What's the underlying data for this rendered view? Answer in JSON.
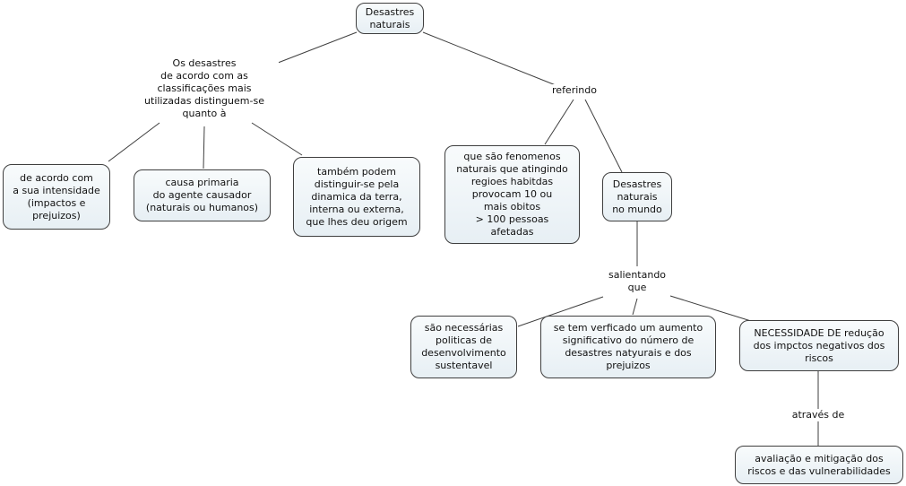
{
  "diagram": {
    "type": "concept-map",
    "language": "pt",
    "colors": {
      "background": "#ffffff",
      "node_fill_top": "#f8fbfc",
      "node_fill_bottom": "#e7eff4",
      "node_border": "#3f3f3f",
      "line": "#3f3f3f",
      "text": "#111111"
    },
    "nodes": {
      "desastres_naturais": "Desastres\nnaturais",
      "intensidade": "de acordo com\na sua intensidade\n(impactos e\nprejuizos)",
      "causa_primaria": "causa primaria\ndo agente causador\n(naturais ou humanos)",
      "dinamica": "também podem\ndistinguir-se pela\ndinamica da terra,\ninterna ou externa,\nque lhes deu origem",
      "fenomenos": "que são fenomenos\nnaturais que atingindo\nregioes habitdas\nprovocam 10 ou\nmais obitos\n> 100 pessoas\nafetadas",
      "mundo": "Desastres\nnaturais\nno mundo",
      "politicas": "são necessárias\npoliticas de\ndesenvolvimento\nsustentavel",
      "aumento": "se tem verficado um aumento\nsignificativo do número de\ndesastres natyurais e dos\nprejuizos",
      "necessidade": "NECESSIDADE DE redução\ndos impctos negativos dos\nriscos",
      "avaliacao": "avaliação e mitigação dos\nriscos e das vulnerabilidades"
    },
    "link_labels": {
      "classificacao": "Os desastres\nde acordo com as\nclassificações mais\nutilizadas distinguem-se\nquanto à",
      "referindo": "referindo",
      "salientando": "salientando\nque",
      "atraves": "através de"
    },
    "edges": [
      {
        "from": "desastres_naturais",
        "to": "classificacao"
      },
      {
        "from": "desastres_naturais",
        "to": "referindo"
      },
      {
        "from": "classificacao",
        "to": "intensidade"
      },
      {
        "from": "classificacao",
        "to": "causa_primaria"
      },
      {
        "from": "classificacao",
        "to": "dinamica"
      },
      {
        "from": "referindo",
        "to": "fenomenos"
      },
      {
        "from": "referindo",
        "to": "mundo"
      },
      {
        "from": "mundo",
        "to": "salientando"
      },
      {
        "from": "salientando",
        "to": "politicas"
      },
      {
        "from": "salientando",
        "to": "aumento"
      },
      {
        "from": "salientando",
        "to": "necessidade"
      },
      {
        "from": "necessidade",
        "to": "atraves"
      },
      {
        "from": "atraves",
        "to": "avaliacao"
      }
    ]
  }
}
